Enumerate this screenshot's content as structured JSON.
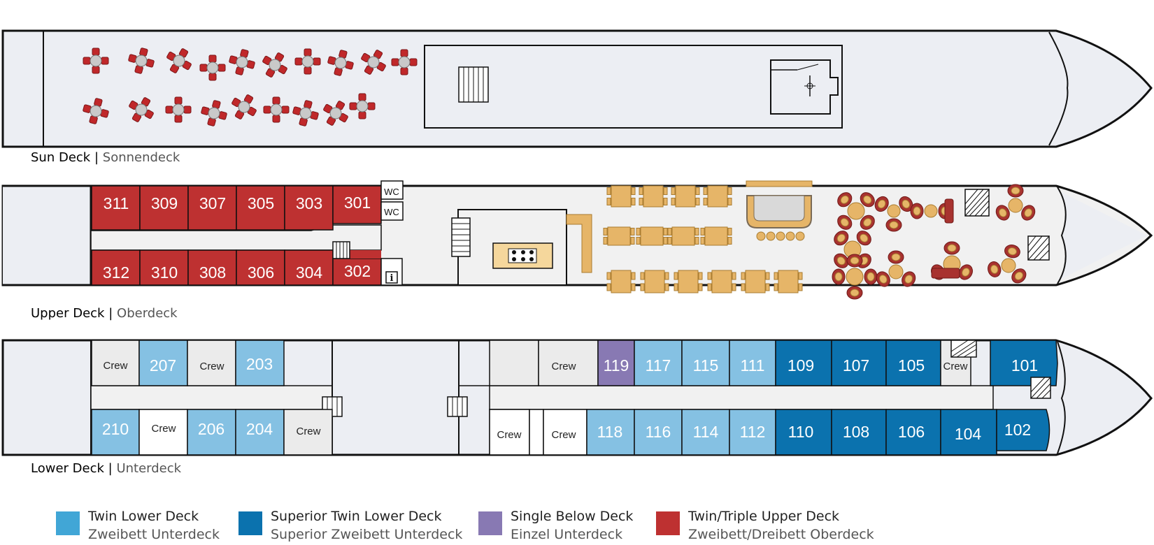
{
  "colors": {
    "hull_fill": "#eceef3",
    "outline": "#111111",
    "upper": "#be3131",
    "twin_lower": "#85c1e3",
    "superior": "#0b72ae",
    "single": "#8879b3",
    "crew": "#ebebeb",
    "furniture": "#e6b568",
    "chair": "#a8322f"
  },
  "decks": {
    "sun": {
      "name": "Sun Deck",
      "sep": "|",
      "name_de": "Sonnendeck"
    },
    "upper": {
      "name": "Upper Deck",
      "sep": "|",
      "name_de": "Oberdeck"
    },
    "lower": {
      "name": "Lower Deck",
      "sep": "|",
      "name_de": "Unterdeck"
    }
  },
  "cabins": {
    "c311": "311",
    "c309": "309",
    "c307": "307",
    "c305": "305",
    "c303": "303",
    "c301": "301",
    "c312": "312",
    "c310": "310",
    "c308": "308",
    "c306": "306",
    "c304": "304",
    "c302": "302",
    "c207": "207",
    "c203": "203",
    "c210": "210",
    "c206": "206",
    "c204": "204",
    "c119": "119",
    "c117": "117",
    "c115": "115",
    "c111": "111",
    "c109": "109",
    "c107": "107",
    "c105": "105",
    "c101": "101",
    "c118": "118",
    "c116": "116",
    "c114": "114",
    "c112": "112",
    "c110": "110",
    "c108": "108",
    "c106": "106",
    "c104": "104",
    "c102": "102"
  },
  "facilities": {
    "wc": "WC",
    "info": "i",
    "crew": "Crew"
  },
  "legend": [
    {
      "name": "Twin Lower Deck",
      "name_de": "Zweibett Unterdeck",
      "color": "#41a6d6"
    },
    {
      "name": "Superior Twin Lower Deck",
      "name_de": "Superior Zweibett Unterdeck",
      "color": "#0b72ae"
    },
    {
      "name": "Single Below Deck",
      "name_de": "Einzel Unterdeck",
      "color": "#8879b3"
    },
    {
      "name": "Twin/Triple Upper Deck",
      "name_de": "Zweibett/Dreibett Oberdeck",
      "color": "#be3131"
    }
  ]
}
